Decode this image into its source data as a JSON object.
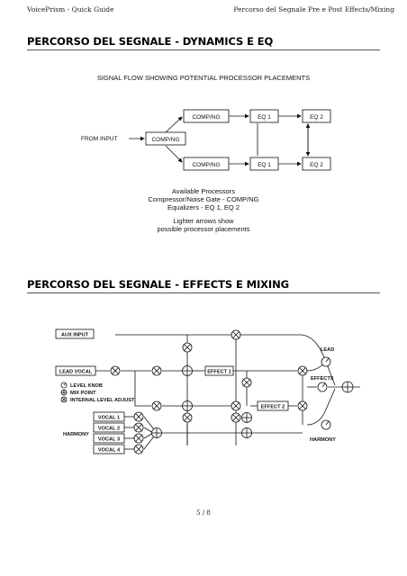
{
  "header": {
    "left": "VoicePrism - Quick Guide",
    "right": "Percorso del Segnale Pre e Post Effects/Mixing"
  },
  "section1": {
    "title": "PERCORSO DEL SEGNALE - DYNAMICS E EQ",
    "diagram_title": "SIGNAL FLOW SHOWING POTENTIAL  PROCESSOR PLACEMENTS",
    "from_input": "FROM INPUT",
    "blocks": {
      "comp_ng": "COMP/NG",
      "eq1": "EQ 1",
      "eq2": "EQ 2"
    },
    "processors": {
      "heading": "Available Processors",
      "line1": "Compressor/Noise Gate - COMP/NG",
      "line2": "Equalizers - EQ 1,  EQ 2"
    },
    "note": {
      "line1": "Lighter arrows show",
      "line2": "possible processor placements"
    }
  },
  "section2": {
    "title": "PERCORSO DEL SEGNALE - EFFECTS E MIXING",
    "aux_input": "AUX INPUT",
    "lead_vocal": "LEAD VOCAL",
    "effect1": "EFFECT 1",
    "effect2": "EFFECT 2",
    "harmony": "HARMONY",
    "vocals": [
      "VOCAL 1",
      "VOCAL 2",
      "VOCAL 3",
      "VOCAL 4"
    ],
    "knobs": {
      "lead": "LEAD",
      "effects": "EFFECTS",
      "harmony": "HARMONY"
    },
    "legend": {
      "level_knob": "LEVEL KNOB",
      "mix_point": "MIX POINT",
      "internal_level_adjust": "INTERNAL LEVEL ADJUST"
    }
  },
  "footer": {
    "page_number": "5 / 8"
  }
}
